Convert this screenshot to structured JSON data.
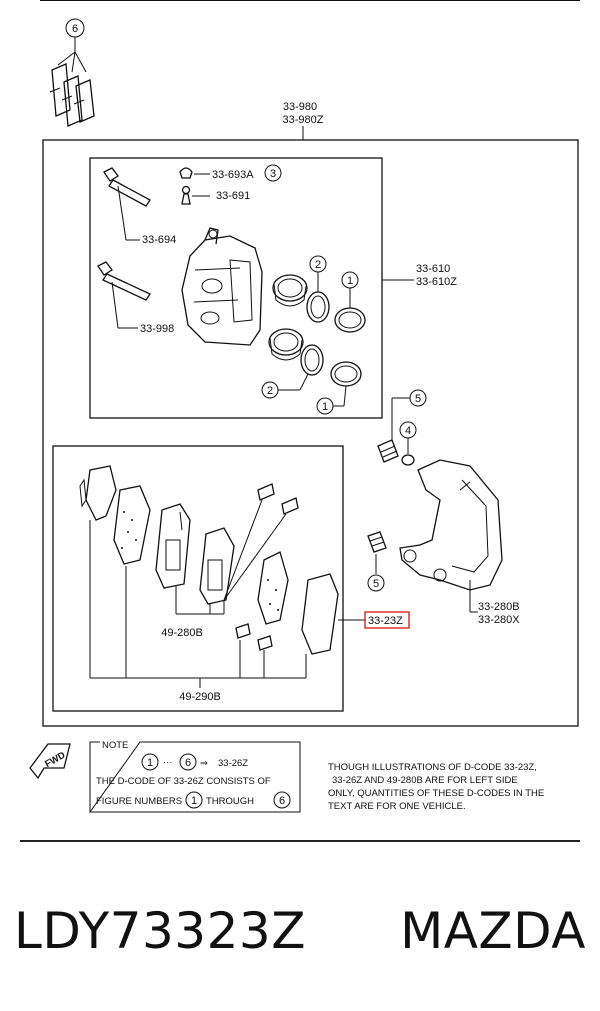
{
  "callouts": {
    "c6_top": "6",
    "caliper_assy_a": "33-980",
    "caliper_assy_b": "33-980Z",
    "bleeder_cap": "33-693A",
    "bleeder_cap_ref": "3",
    "bleeder_screw": "33-691",
    "bolt_upper": "33-694",
    "bolt_lower": "33-998",
    "caliper_a": "33-610",
    "caliper_b": "33-610Z",
    "ref1": "1",
    "ref2": "2",
    "ref4": "4",
    "ref5": "5",
    "bracket_a": "33-280B",
    "bracket_b": "33-280X",
    "pad_kit": "33-23Z",
    "pad_set_inner": "49-280B",
    "pad_set_outer": "49-290B"
  },
  "note": {
    "title": "NOTE",
    "fwd": "FWD",
    "range_from": "1",
    "range_to": "6",
    "arrow": "⇒",
    "range_code": "33-26Z",
    "line2": "THE D-CODE OF   33-26Z   CONSISTS OF",
    "line3a": "FIGURE NUMBERS",
    "line3b": "THROUGH",
    "remark1": "THOUGH ILLUSTRATIONS OF D-CODE  33-23Z,",
    "remark2": "33-26Z  AND 49-280B  ARE  FOR LEFT SIDE",
    "remark3": "ONLY, QUANTITIES OF THESE D-CODES IN THE",
    "remark4": "TEXT ARE FOR ONE VEHICLE."
  },
  "footer": {
    "part_number": "LDY73323Z",
    "brand": "MAZDA"
  },
  "colors": {
    "highlight": "#dd3333",
    "ink": "#111111"
  }
}
